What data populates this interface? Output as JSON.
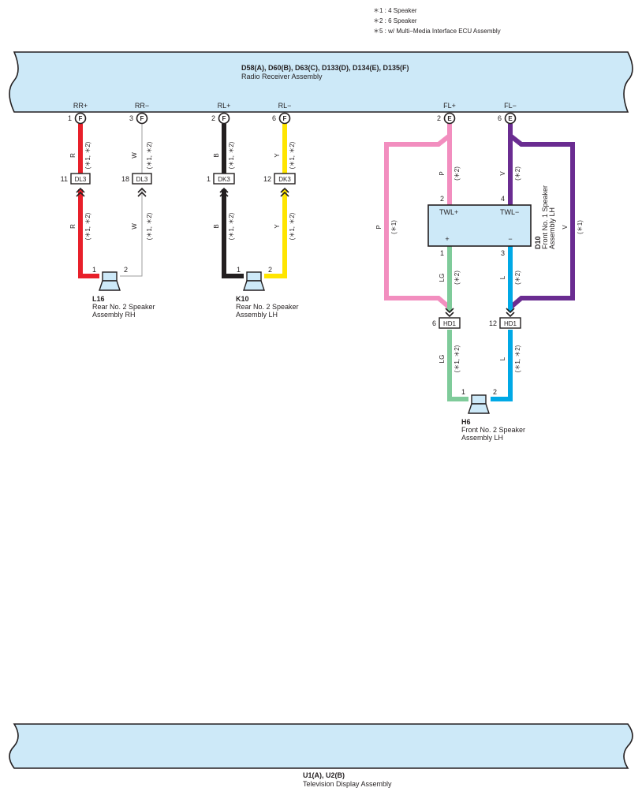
{
  "legend": [
    "＊1 : 4 Speaker",
    "＊2 : 6 Speaker",
    "＊5 : w/ Multi−Media Interface ECU Assembly"
  ],
  "radio": {
    "codes": "D58(A), D60(B), D63(C), D133(D), D134(E), D135(F)",
    "name": "Radio Receiver Assembly",
    "terminals": [
      {
        "label": "RR+",
        "pin": "1",
        "conn": "F"
      },
      {
        "label": "RR−",
        "pin": "3",
        "conn": "F"
      },
      {
        "label": "RL+",
        "pin": "2",
        "conn": "F"
      },
      {
        "label": "RL−",
        "pin": "6",
        "conn": "F"
      },
      {
        "label": "FL+",
        "pin": "2",
        "conn": "E"
      },
      {
        "label": "FL−",
        "pin": "6",
        "conn": "E"
      }
    ]
  },
  "connectors": [
    {
      "name": "DL3",
      "pin": "11"
    },
    {
      "name": "DL3",
      "pin": "18"
    },
    {
      "name": "DK3",
      "pin": "1"
    },
    {
      "name": "DK3",
      "pin": "12"
    },
    {
      "name": "HD1",
      "pin": "6"
    },
    {
      "name": "HD1",
      "pin": "12"
    }
  ],
  "wires": {
    "rr_plus": {
      "color_code": "R",
      "note": "(＊1, ＊2)",
      "color": "#e8202a"
    },
    "rr_minus": {
      "color_code": "W",
      "note": "(＊1, ＊2)",
      "color": "#bdbdbd"
    },
    "rl_plus": {
      "color_code": "B",
      "note": "(＊1, ＊2)",
      "color": "#231f20"
    },
    "rl_minus": {
      "color_code": "Y",
      "note": "(＊1, ＊2)",
      "color": "#ffe500"
    },
    "fl_plus_p1": {
      "color_code": "P",
      "note": "(＊1)",
      "color": "#f28ebf"
    },
    "fl_plus_p2": {
      "color_code": "P",
      "note": "(＊2)",
      "color": "#f28ebf"
    },
    "fl_minus_v1": {
      "color_code": "V",
      "note": "(＊1)",
      "color": "#6a2c91"
    },
    "fl_minus_v2": {
      "color_code": "V",
      "note": "(＊2)",
      "color": "#6a2c91"
    },
    "lg_upper": {
      "color_code": "LG",
      "note": "(＊2)",
      "color": "#7fcb9a"
    },
    "l_upper": {
      "color_code": "L",
      "note": "(＊2)",
      "color": "#00a9e6"
    },
    "lg_lower": {
      "color_code": "LG",
      "note": "(＊1, ＊2)",
      "color": "#7fcb9a"
    },
    "l_lower": {
      "color_code": "L",
      "note": "(＊1, ＊2)",
      "color": "#00a9e6"
    }
  },
  "speakers": {
    "l16": {
      "code": "L16",
      "line1": "Rear No.  2 Speaker",
      "line2": "Assembly RH",
      "pin1": "1",
      "pin2": "2"
    },
    "k10": {
      "code": "K10",
      "line1": "Rear No.  2 Speaker",
      "line2": "Assembly LH",
      "pin1": "1",
      "pin2": "2"
    },
    "h6": {
      "code": "H6",
      "line1": "Front No.  2 Speaker",
      "line2": "Assembly LH",
      "pin1": "1",
      "pin2": "2"
    }
  },
  "tweeter": {
    "code": "D10",
    "line1": "Front No.  1 Speaker",
    "line2": "Assembly LH",
    "twl_plus": "TWL+",
    "twl_minus": "TWL−",
    "plus": "+",
    "minus": "−",
    "pin_top_left": "2",
    "pin_top_right": "4",
    "pin_bot_left": "1",
    "pin_bot_right": "3"
  },
  "tv": {
    "codes": "U1(A), U2(B)",
    "name": "Television Display Assembly"
  }
}
